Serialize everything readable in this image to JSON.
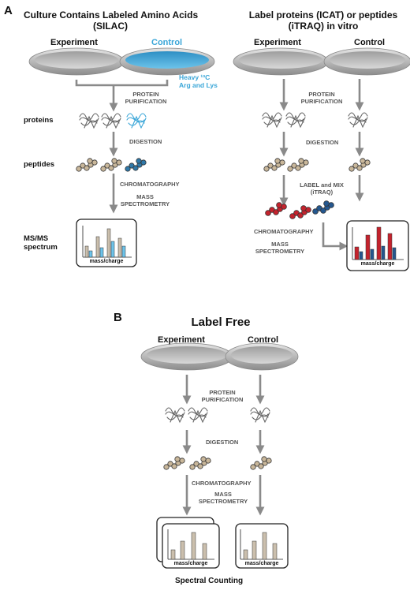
{
  "panel_a": {
    "letter": "A",
    "silac_title": "Culture Contains Labeled Amino Acids",
    "silac_subtitle": "(SILAC)",
    "invitro_title": "Label proteins (ICAT) or peptides",
    "invitro_subtitle": "(iTRAQ) in vitro",
    "dish_experiment": "Experiment",
    "dish_control": "Control",
    "heavy_label_1": "Heavy ¹³C",
    "heavy_label_2": "Arg and Lys",
    "row_proteins": "proteins",
    "row_peptides": "peptides",
    "row_msms_1": "MS/MS",
    "row_msms_2": "spectrum",
    "step_purif_1": "PROTEIN",
    "step_purif_2": "PURIFICATION",
    "step_digestion": "DIGESTION",
    "step_chromatography": "CHROMATOGRAPHY",
    "step_mass_1": "MASS",
    "step_mass_2": "SPECTROMETRY",
    "step_label_mix_1": "LABEL and MIX",
    "step_label_mix_2": "(iTRAQ)",
    "axis_label": "mass/charge"
  },
  "panel_b": {
    "letter": "B",
    "title": "Label Free",
    "dish_experiment": "Experiment",
    "dish_control": "Control",
    "step_purif_1": "PROTEIN",
    "step_purif_2": "PURIFICATION",
    "step_digestion": "DIGESTION",
    "step_chromatography": "CHROMATOGRAPHY",
    "step_mass_1": "MASS",
    "step_mass_2": "SPECTROMETRY",
    "axis_label": "mass/charge",
    "footer": "Spectral Counting"
  },
  "colors": {
    "arrow": "#8a8a8a",
    "dish_fill": "#b9b9b9",
    "heavy_medium": "#3aa6d8",
    "peptide_light": "#c9b79a",
    "peptide_heavy": "#2f78a8",
    "itraq_red": "#c4232d",
    "itraq_blue": "#24578f",
    "bar_tan": "#cbbfad"
  }
}
